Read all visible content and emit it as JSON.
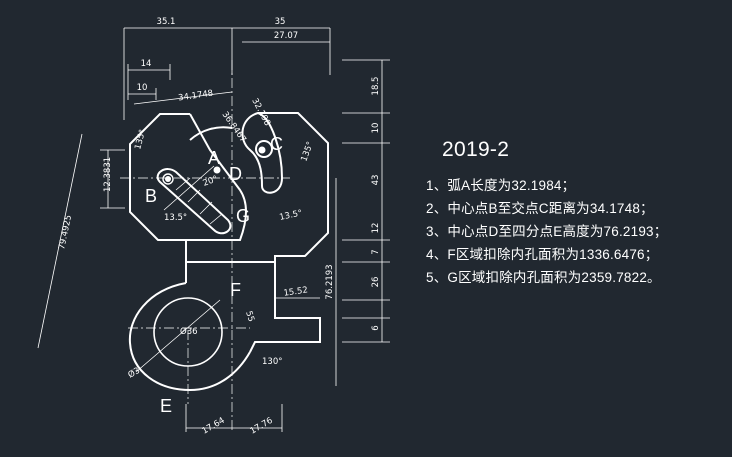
{
  "diagram": {
    "dims": {
      "d35_1": "35.1",
      "d35": "35",
      "d27_07": "27.07",
      "d14": "14",
      "d10": "10",
      "d34_1748": "34.1748",
      "d32_198": "32.198",
      "d36_8467": "36.8467",
      "d135_left": "135°",
      "d135_right": "135°",
      "d12_3831": "12.3831",
      "d79_4925": "79.4925",
      "d20": "20°",
      "d13_5_left": "13.5°",
      "d13_5_right": "13.5°",
      "d18_5": "18.5",
      "d10_right": "10",
      "d43": "43",
      "d12": "12",
      "d7": "7",
      "d26": "26",
      "d6": "6",
      "d76_2193": "76.2193",
      "d15_52": "15.52",
      "d55": "55",
      "d130": "130°",
      "d36_circle": "Ø36",
      "d3": "Ø3",
      "d17_64": "17.64",
      "d17_76": "17.76"
    },
    "labels": {
      "A": "A",
      "B": "B",
      "C": "C",
      "D": "D",
      "E": "E",
      "F": "F",
      "G": "G"
    }
  },
  "notes": {
    "title": "2019-2",
    "items": [
      "1、弧A长度为32.1984；",
      "2、中心点B至交点C距离为34.1748；",
      "3、中心点D至四分点E高度为76.2193；",
      "4、F区域扣除内孔面积为1336.6476；",
      "5、G区域扣除内孔面积为2359.7822。"
    ]
  }
}
